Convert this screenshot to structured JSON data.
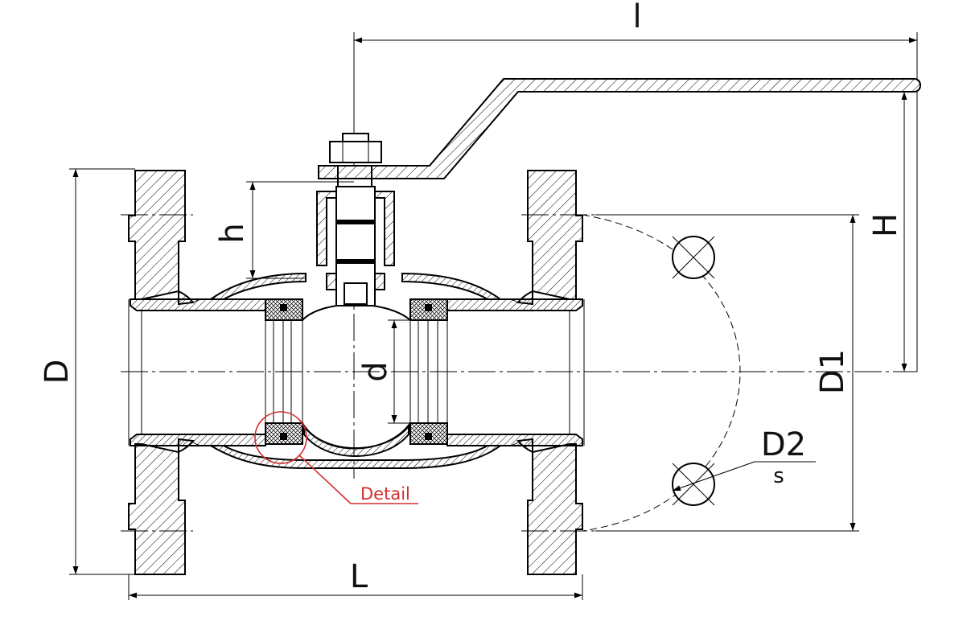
{
  "labels": {
    "lever_length": "l",
    "height_H": "H",
    "height_h": "h",
    "flange_D": "D",
    "bore_d": "d",
    "bolt_circle_D1": "D1",
    "bolt_hole_D2": "D2",
    "bolt_count_s": "s",
    "length_L": "L",
    "detail": "Detail"
  },
  "colors": {
    "line": "#000000",
    "detail_accent": "#d32f2f",
    "background": "#ffffff"
  }
}
